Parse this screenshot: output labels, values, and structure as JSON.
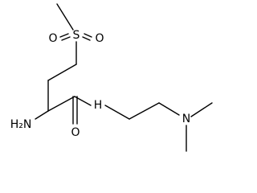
{
  "molecule": {
    "atoms": {
      "sulfur": "S",
      "sulfonyl_oxygen_left": "O",
      "sulfonyl_oxygen_right": "O",
      "amine_nitrogen": "H₂N",
      "amide_nitrogen": "H",
      "amide_oxygen": "O",
      "dimethylamino_nitrogen": "N"
    }
  }
}
